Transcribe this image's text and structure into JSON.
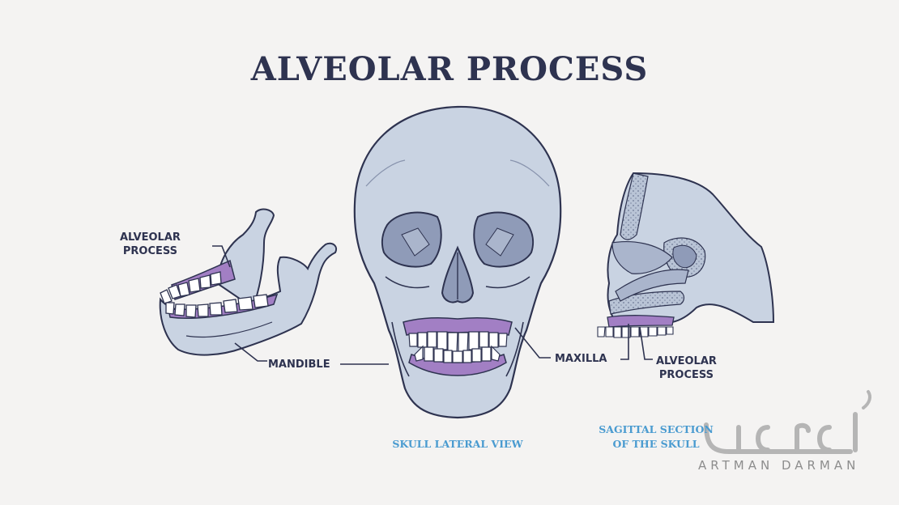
{
  "title": "ALVEOLAR PROCESS",
  "labels": {
    "mandible_alveolar_line1": "ALVEOLAR",
    "mandible_alveolar_line2": "PROCESS",
    "mandible": "MANDIBLE",
    "maxilla": "MAXILLA",
    "sagittal_alveolar_line1": "ALVEOLAR",
    "sagittal_alveolar_line2": "PROCESS"
  },
  "captions": {
    "skull_view": "SKULL LATERAL VIEW",
    "sagittal_line1": "SAGITTAL SECTION",
    "sagittal_line2": "OF THE SKULL"
  },
  "watermark": {
    "text": "ARTMAN DARMAN"
  },
  "colors": {
    "bone": "#c9d3e2",
    "alveolar_highlight": "#a27fc4",
    "outline": "#2e3350",
    "caption": "#4a9bd0"
  }
}
